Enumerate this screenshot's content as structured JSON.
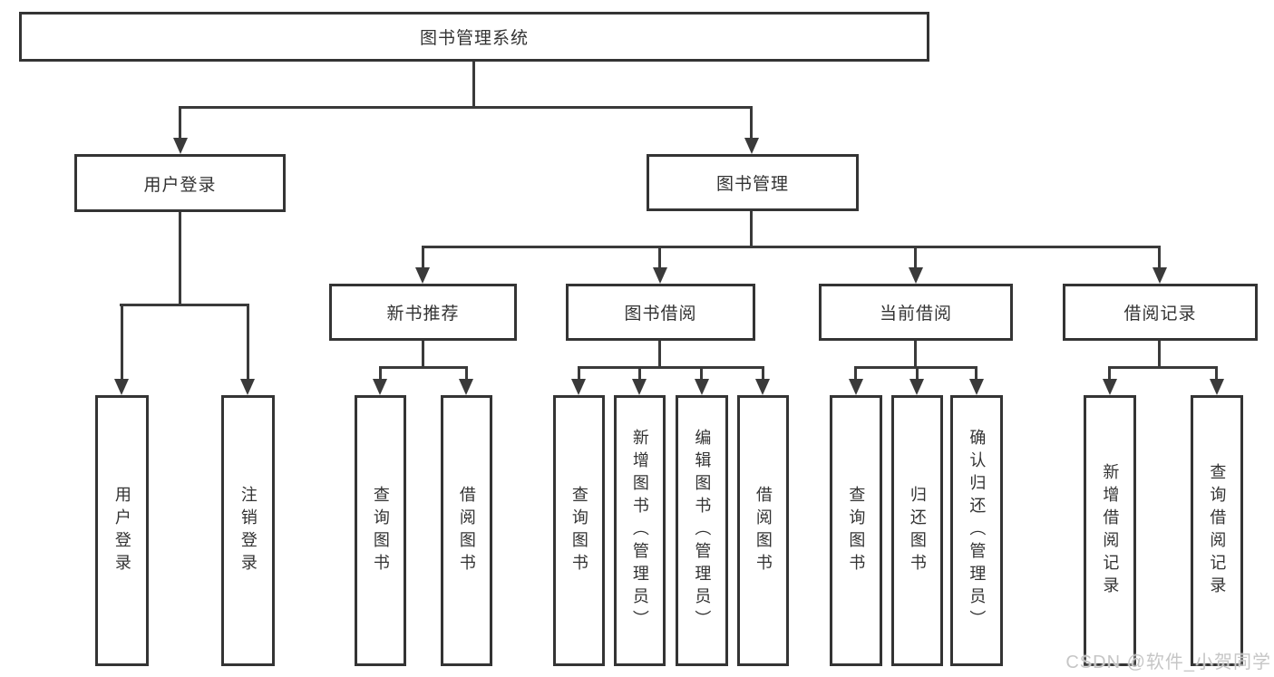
{
  "tree": {
    "root": "图书管理系统",
    "branches": [
      {
        "label": "用户登录",
        "children": [
          "用户登录",
          "注销登录"
        ]
      },
      {
        "label": "图书管理",
        "groups": [
          {
            "label": "新书推荐",
            "children": [
              "查询图书",
              "借阅图书"
            ]
          },
          {
            "label": "图书借阅",
            "children": [
              "查询图书",
              "新增图书（管理员）",
              "编辑图书（管理员）",
              "借阅图书"
            ]
          },
          {
            "label": "当前借阅",
            "children": [
              "查询图书",
              "归还图书",
              "确认归还（管理员）"
            ]
          },
          {
            "label": "借阅记录",
            "children": [
              "新增借阅记录",
              "查询借阅记录"
            ]
          }
        ]
      }
    ]
  },
  "watermark": {
    "text": "CSDN @软件_小贺同学"
  },
  "colors": {
    "line": "#3a3a3a",
    "box_border": "#343434",
    "text": "#333333",
    "watermark": "#c6c6c6",
    "background": "#ffffff"
  }
}
